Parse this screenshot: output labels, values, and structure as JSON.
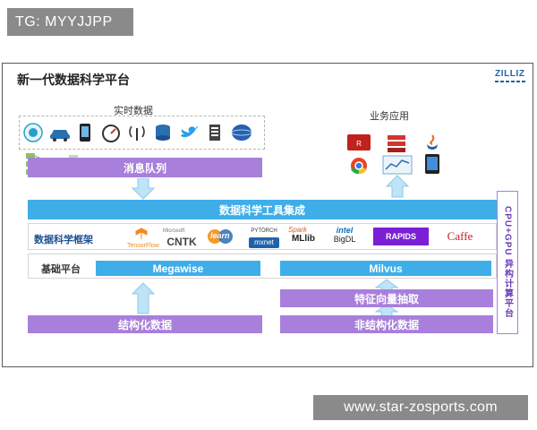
{
  "watermarks": {
    "top": "TG: MYYJJPP",
    "bottom": "www.star-zosports.com"
  },
  "slide": {
    "title": "新一代数据科学平台",
    "logo": "ZILLIZ"
  },
  "sections": {
    "realtime_data": "实时数据",
    "business_apps": "业务应用"
  },
  "layers": {
    "message_queue": "消息队列",
    "ds_tools": "数据科学工具集成",
    "ds_frameworks_label": "数据科学框架",
    "base_platform_label": "基础平台",
    "megawise": "Megawise",
    "milvus": "Milvus",
    "feature_vector": "特征向量抽取",
    "structured": "结构化数据",
    "unstructured": "非结构化数据",
    "cpu_gpu": "CPU+GPU 异构计算平台"
  },
  "frameworks": [
    {
      "name": "TensorFlow",
      "color": "#f08a24"
    },
    {
      "name": "CNTK",
      "color": "#444444"
    },
    {
      "name": "learn",
      "color": "#2a6fb0"
    },
    {
      "name": "mxnet",
      "color": "#1e63a9"
    },
    {
      "name": "MLlib",
      "color": "#222222"
    },
    {
      "name": "BigDL",
      "color": "#0a6fc0"
    },
    {
      "name": "RAPIDS",
      "color": "#7a1fd6"
    },
    {
      "name": "Caffe",
      "color": "#c2211d"
    }
  ],
  "framework_sublabels": {
    "cntk_top": "Microsoft",
    "pytorch": "PYTÖRCH",
    "spark": "Spark",
    "intel": "intel"
  },
  "icons": {
    "realtime": [
      "wifi-icon",
      "car-icon",
      "phone-icon",
      "gauge-icon",
      "antenna-icon",
      "database-icon",
      "twitter-icon",
      "document-icon",
      "globe-icon"
    ],
    "apps": [
      "rails-icon",
      "scala-icon",
      "java-icon",
      "chrome-icon",
      "chart-icon",
      "tablet-icon"
    ]
  },
  "colors": {
    "purple": "#a87fdb",
    "blue": "#3faee8",
    "arrow": "#bfe3f7"
  }
}
